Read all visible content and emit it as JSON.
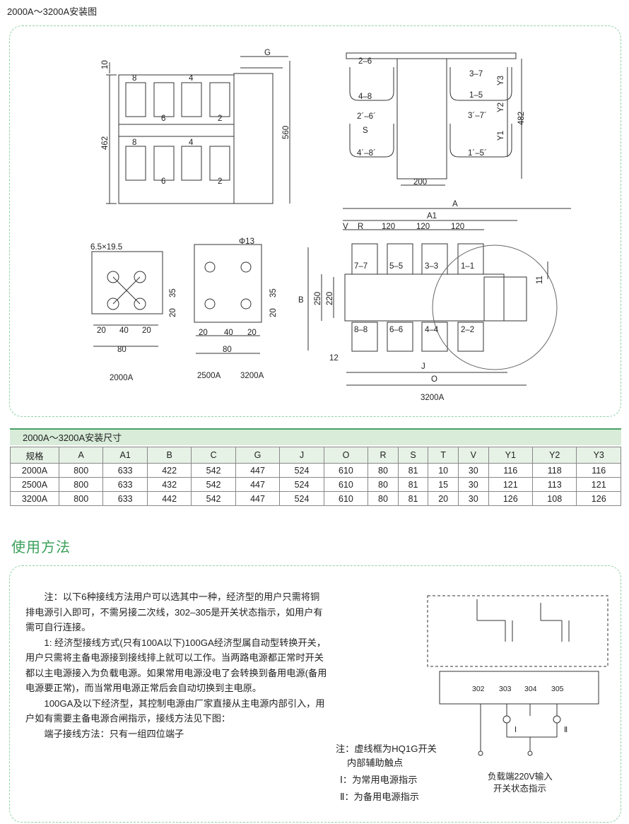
{
  "page_title": "2000A～3200A安装图",
  "drawing": {
    "labels": {
      "dim_10": "10",
      "dim_462": "462",
      "dim_560": "560",
      "dim_G": "G",
      "pole_8": "8",
      "pole_4": "4",
      "pole_6": "6",
      "pole_2": "2",
      "t26": "2–6",
      "t48": "4–8",
      "t26p": "2´–6´",
      "t48p": "4´–8´",
      "tS": "S",
      "t37": "3–7",
      "t15": "1–5",
      "t37p": "3´–7´",
      "t15p": "1´–5´",
      "tY3": "Y3",
      "tY2": "Y2",
      "tY1": "Y1",
      "t482": "482",
      "t200": "200",
      "hole_label": "6.5×19.5",
      "phi_label": "Φ13",
      "d35": "35",
      "d20": "20",
      "d40": "40",
      "d80": "80",
      "cap_2000": "2000A",
      "cap_2500": "2500A",
      "cap_3200": "3200A",
      "dA": "A",
      "dA1": "A1",
      "dV": "V",
      "dR": "R",
      "d120": "120",
      "t77": "7–7",
      "t55": "5–5",
      "t33": "3–3",
      "t11": "1–1",
      "t88": "8–8",
      "t66": "6–6",
      "t44": "4–4",
      "t22": "2–2",
      "dB": "B",
      "d250": "250",
      "d220": "220",
      "d11": "11",
      "d12": "12",
      "dJ": "J",
      "dO": "O",
      "cap_3200b": "3200A"
    }
  },
  "table": {
    "title": "2000A～3200A安装尺寸",
    "headers": [
      "规格",
      "A",
      "A1",
      "B",
      "C",
      "G",
      "J",
      "O",
      "R",
      "S",
      "T",
      "V",
      "Y1",
      "Y2",
      "Y3"
    ],
    "rows": [
      [
        "2000A",
        "800",
        "633",
        "422",
        "542",
        "447",
        "524",
        "610",
        "80",
        "81",
        "10",
        "30",
        "116",
        "118",
        "116"
      ],
      [
        "2500A",
        "800",
        "633",
        "432",
        "542",
        "447",
        "524",
        "610",
        "80",
        "81",
        "15",
        "30",
        "121",
        "113",
        "121"
      ],
      [
        "3200A",
        "800",
        "633",
        "442",
        "542",
        "447",
        "524",
        "610",
        "80",
        "81",
        "20",
        "30",
        "126",
        "108",
        "126"
      ]
    ]
  },
  "section_title": "使用方法",
  "usage": {
    "p1": "注：以下6种接线方法用户可以选其中一种，经济型的用户只需将铜排电源引入即可，不需另接二次线，302–305是开关状态指示，如用户有需可自行连接。",
    "p2": "1: 经济型接线方式(只有100A以下)100GA经济型属自动型转换开关，用户只需将主备电源接到接线排上就可以工作。当两路电源都正常时开关都以主电源接入为负载电源。如果常用电源没电了会转换到备用电源(备用电源要正常)，而当常用电源正常后会自动切换到主电原。",
    "p3": "100GA及以下经济型，其控制电源由厂家直接从主电源内部引入，用户如有需要主备电源合闸指示，接线方法见下图：",
    "p4": "端子接线方法：只有一组四位端子"
  },
  "notes": {
    "n1": "注：虚线框为HQ1G开关",
    "n2": "内部辅助触点",
    "n3": "Ⅰ：为常用电源指示",
    "n4": "Ⅱ：为备用电源指示"
  },
  "wiring": {
    "terminals": [
      "302",
      "303",
      "304",
      "305"
    ],
    "lamp1": "Ⅰ",
    "lamp2": "Ⅱ",
    "caption1": "负载端220V输入",
    "caption2": "开关状态指示"
  }
}
